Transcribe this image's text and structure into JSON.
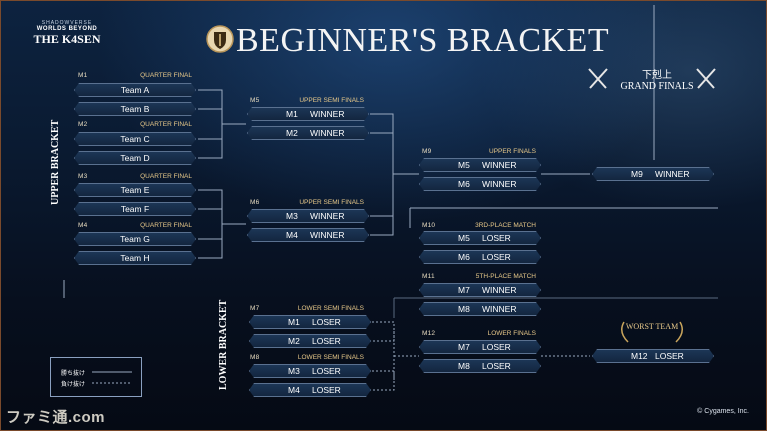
{
  "logo": {
    "line1": "SHADOWVERSE",
    "line2": "WORLDS BEYOND",
    "line3": "THE K4SEN"
  },
  "title": "BEGINNER'S BRACKET",
  "upper_bracket_label": "UPPER BRACKET",
  "lower_bracket_label": "LOWER BRACKET",
  "grand_finals": {
    "jp": "下剋上",
    "en": "GRAND FINALS"
  },
  "worst_team": "WORST TEAM",
  "matches": {
    "m1": {
      "id": "M1",
      "round": "QUARTER FINAL",
      "slots": [
        "Team A",
        "Team B"
      ]
    },
    "m2": {
      "id": "M2",
      "round": "QUARTER FINAL",
      "slots": [
        "Team C",
        "Team D"
      ]
    },
    "m3": {
      "id": "M3",
      "round": "QUARTER FINAL",
      "slots": [
        "Team E",
        "Team F"
      ]
    },
    "m4": {
      "id": "M4",
      "round": "QUARTER FINAL",
      "slots": [
        "Team G",
        "Team H"
      ]
    },
    "m5": {
      "id": "M5",
      "round": "UPPER SEMI FINALS",
      "slots": [
        [
          "M1",
          "WINNER"
        ],
        [
          "M2",
          "WINNER"
        ]
      ]
    },
    "m6": {
      "id": "M6",
      "round": "UPPER SEMI FINALS",
      "slots": [
        [
          "M3",
          "WINNER"
        ],
        [
          "M4",
          "WINNER"
        ]
      ]
    },
    "m9": {
      "id": "M9",
      "round": "UPPER FINALS",
      "slots": [
        [
          "M5",
          "WINNER"
        ],
        [
          "M6",
          "WINNER"
        ]
      ]
    },
    "gf": {
      "slot": [
        "M9",
        "WINNER"
      ]
    },
    "m10": {
      "id": "M10",
      "round": "3RD-PLACE MATCH",
      "slots": [
        [
          "M5",
          "LOSER"
        ],
        [
          "M6",
          "LOSER"
        ]
      ]
    },
    "m11": {
      "id": "M11",
      "round": "5TH-PLACE MATCH",
      "slots": [
        [
          "M7",
          "WINNER"
        ],
        [
          "M8",
          "WINNER"
        ]
      ]
    },
    "m7": {
      "id": "M7",
      "round": "LOWER SEMI FINALS",
      "slots": [
        [
          "M1",
          "LOSER"
        ],
        [
          "M2",
          "LOSER"
        ]
      ]
    },
    "m8": {
      "id": "M8",
      "round": "LOWER SEMI FINALS",
      "slots": [
        [
          "M3",
          "LOSER"
        ],
        [
          "M4",
          "LOSER"
        ]
      ]
    },
    "m12": {
      "id": "M12",
      "round": "LOWER FINALS",
      "slots": [
        [
          "M7",
          "LOSER"
        ],
        [
          "M8",
          "LOSER"
        ]
      ]
    },
    "worst": {
      "slot": [
        "M12",
        "LOSER"
      ]
    }
  },
  "legend": {
    "win": "勝ち抜け",
    "lose": "負け抜け"
  },
  "copyright": "© Cygames, Inc.",
  "watermark": "ファミ通.com",
  "colors": {
    "accent": "#e8c98a",
    "box": "#1c3656",
    "border": "#5a7190",
    "frame": "#7a4a2c"
  }
}
